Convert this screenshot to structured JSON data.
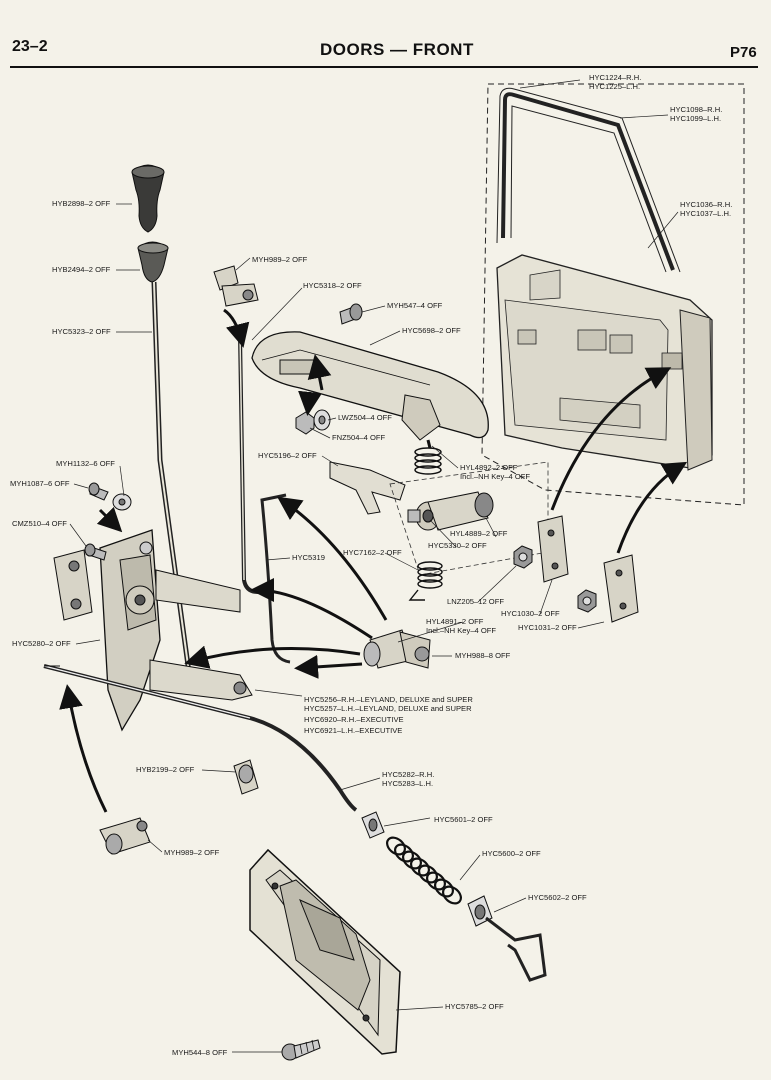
{
  "header": {
    "section": "23–2",
    "title": "DOORS — FRONT",
    "page": "P76"
  },
  "labels": {
    "hyc1224": "HYC1224–R.H.",
    "hyc1225": "HYC1225–L.H.",
    "hyc1098": "HYC1098–R.H.",
    "hyc1099": "HYC1099–L.H.",
    "hyc1036": "HYC1036–R.H.",
    "hyc1037": "HYC1037–L.H.",
    "hyb2898": "HYB2898–2 OFF",
    "hyb2494": "HYB2494–2 OFF",
    "myh989_top": "MYH989–2 OFF",
    "hyc5318": "HYC5318–2 OFF",
    "myh547": "MYH547–4 OFF",
    "hyc5698": "HYC5698–2 OFF",
    "hyc5323": "HYC5323–2 OFF",
    "lwz504": "LWZ504–4 OFF",
    "fnz504": "FNZ504–4 OFF",
    "myh1132": "MYH1132–6 OFF",
    "myh1087": "MYH1087–6 OFF",
    "hyc5196": "HYC5196–2 OFF",
    "hyl4892": "HYL4892–2 OFF",
    "hyl4892_note": "Incl.–NH Key–4 OFF",
    "hyl4889": "HYL4889–2 OFF",
    "hyc5330": "HYC5330–2 OFF",
    "cmz510": "CMZ510–4 OFF",
    "hyc5319": "HYC5319",
    "hyc7162": "HYC7162–2 OFF",
    "lnz205": "LNZ205–12 OFF",
    "hyc1030": "HYC1030–2 OFF",
    "hyc1031": "HYC1031–2 OFF",
    "hyl4891": "HYL4891–2 OFF",
    "hyl4891_note": "Incl.–NH Key–4 OFF",
    "hyc5280": "HYC5280–2 OFF",
    "myh988": "MYH988–8 OFF",
    "hyc5256": "HYC5256–R.H.–LEYLAND, DELUXE and SUPER",
    "hyc5257": "HYC5257–L.H.–LEYLAND, DELUXE and SUPER",
    "hyc6920": "HYC6920–R.H.–EXECUTIVE",
    "hyc6921": "HYC6921–L.H.–EXECUTIVE",
    "hyb2199": "HYB2199–2 OFF",
    "hyc5282": "HYC5282–R.H.",
    "hyc5283": "HYC5283–L.H.",
    "hyc5601": "HYC5601–2 OFF",
    "myh989_bottom": "MYH989–2 OFF",
    "hyc5600": "HYC5600–2 OFF",
    "hyc5602": "HYC5602–2 OFF",
    "hyc5785": "HYC5785–2 OFF",
    "myh544": "MYH544–8 OFF"
  }
}
